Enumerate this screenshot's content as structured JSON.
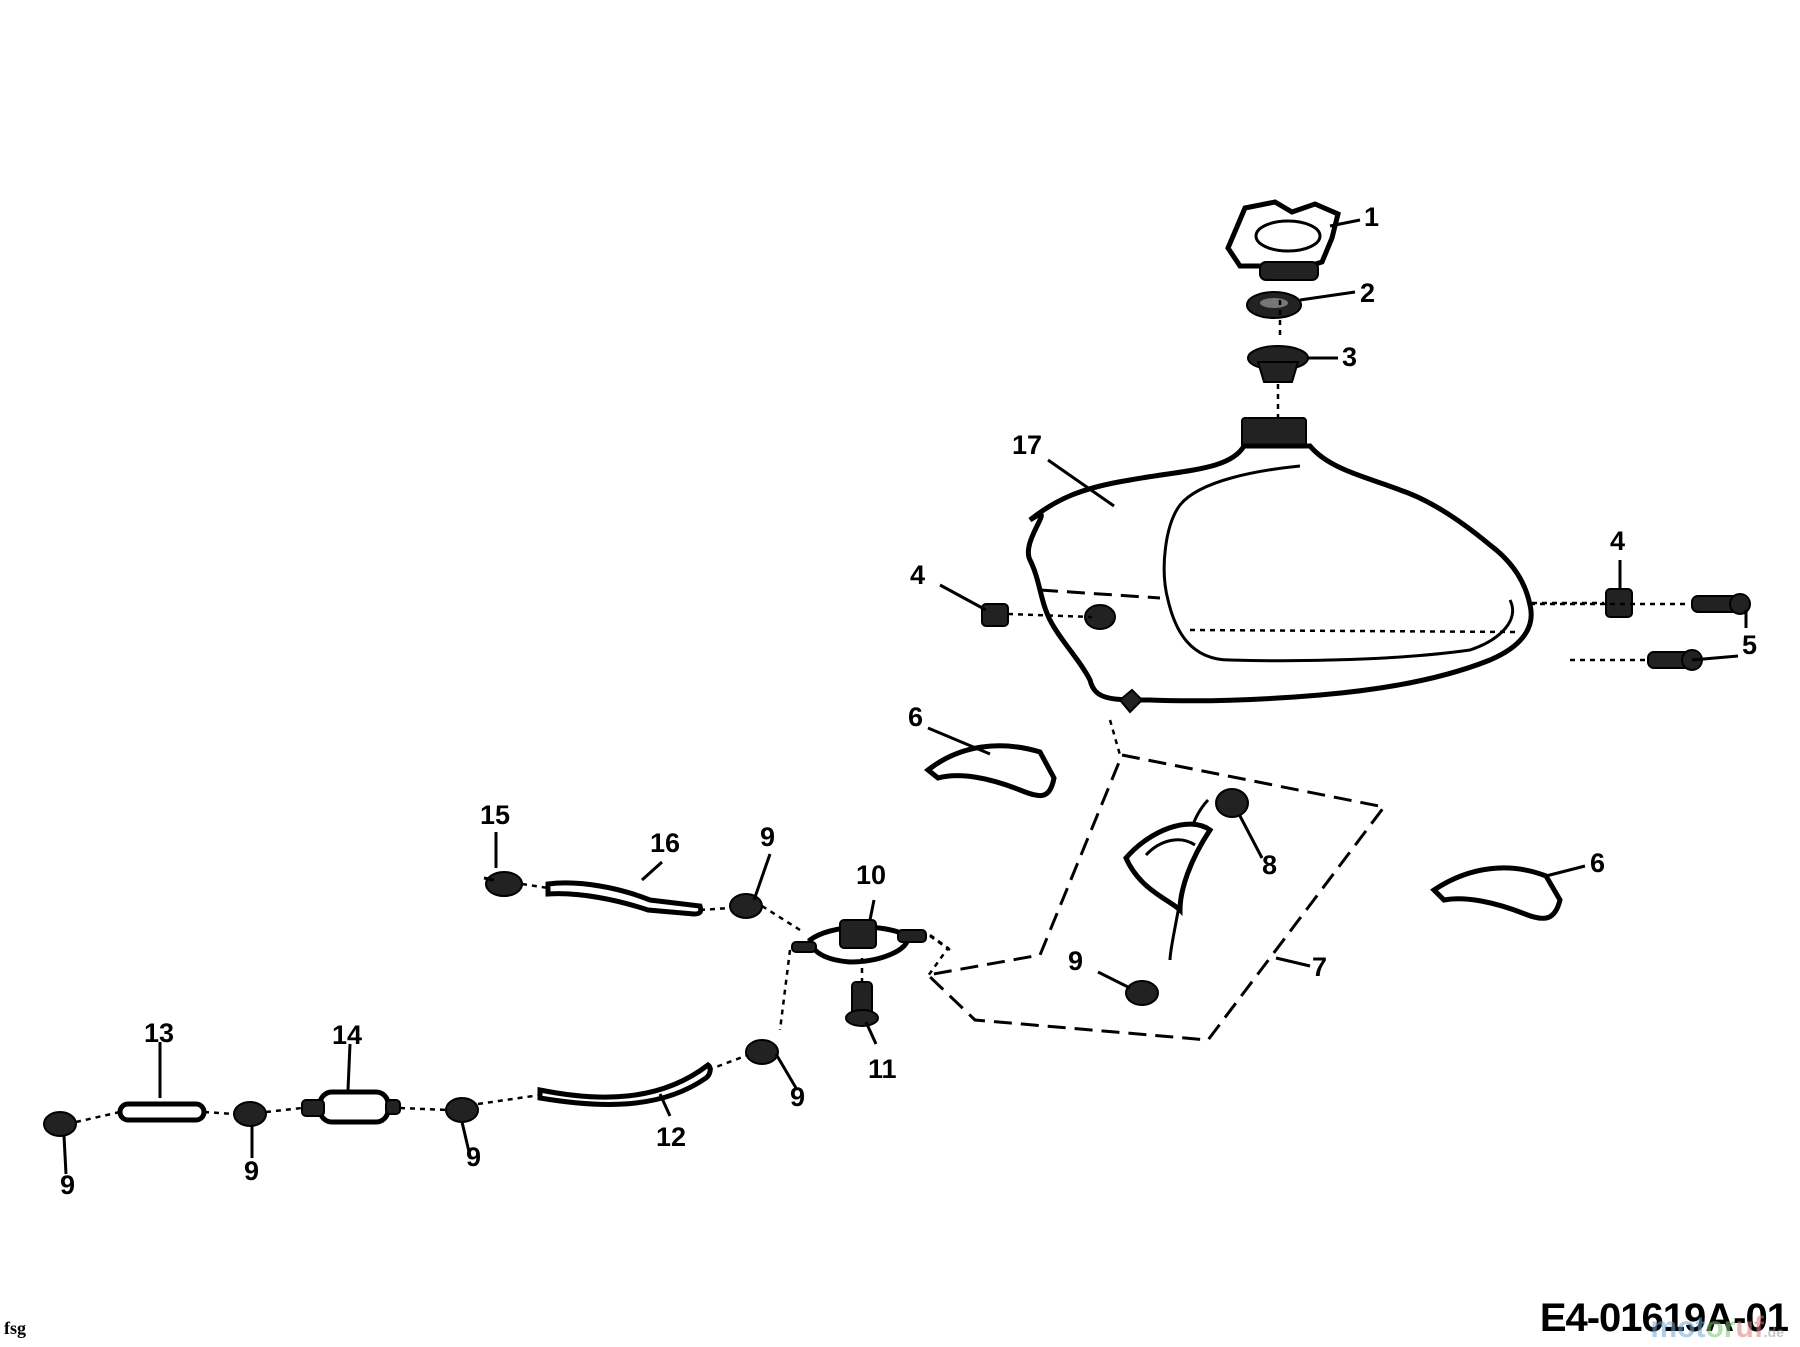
{
  "diagram": {
    "labels": {
      "p1": "1",
      "p2": "2",
      "p3": "3",
      "p4a": "4",
      "p4b": "4",
      "p5": "5",
      "p6a": "6",
      "p6b": "6",
      "p7": "7",
      "p8": "8",
      "p9a": "9",
      "p9b": "9",
      "p9c": "9",
      "p9d": "9",
      "p9e": "9",
      "p9f": "9",
      "p10": "10",
      "p11": "11",
      "p12": "12",
      "p13": "13",
      "p14": "14",
      "p15": "15",
      "p16": "16",
      "p17": "17"
    },
    "drawing_code": "E4-01619A-01",
    "source_tag": "fsg",
    "watermark": {
      "a": "mot",
      "b": "or",
      "c": "uf",
      "d": ".de"
    }
  }
}
